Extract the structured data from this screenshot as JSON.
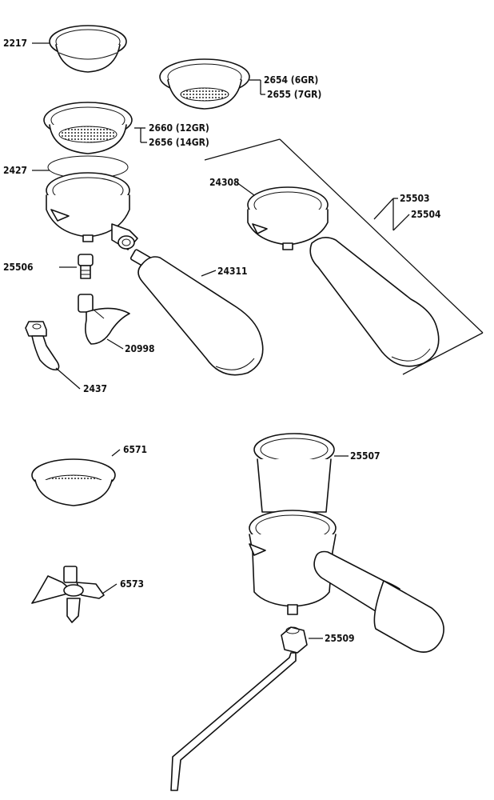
{
  "diagram": {
    "labels": {
      "p2217": "2217",
      "p2654": "2654 (6GR)",
      "p2655": "2655 (7GR)",
      "p2660": "2660 (12GR)",
      "p2656": "2656 (14GR)",
      "p2427": "2427",
      "p24308": "24308",
      "p25503": "25503",
      "p25504": "25504",
      "p25506": "25506",
      "p24311": "24311",
      "p20998": "20998",
      "p2437": "2437",
      "p6571": "6571",
      "p25507": "25507",
      "p6573": "6573",
      "p25509": "25509"
    }
  }
}
